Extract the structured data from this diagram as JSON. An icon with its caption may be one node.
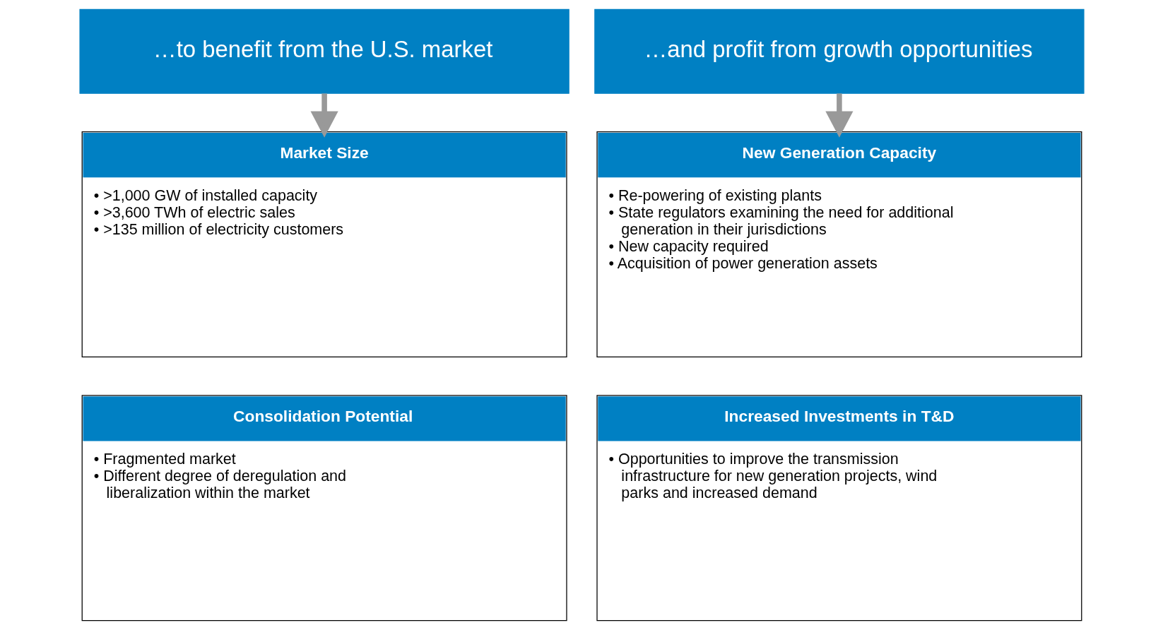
{
  "diagram": {
    "nodes": [
      {
        "text": [
          "…to benefit from the U.S. market"
        ]
      },
      {
        "text": [
          "…and profit from growth opportunities"
        ]
      },
      {
        "text": [
          "Market Size",
          "• >1,000 GW of installed capacity",
          "• >3,600 TWh of electric sales",
          "• >135 million of electricity customers"
        ]
      },
      {
        "text": [
          "Consolidation Potential",
          "• Fragmented market",
          "• Different degree of deregulation and liberalization within the market"
        ]
      },
      {
        "text": [
          "New Generation Capacity",
          "• Re-powering of existing plants",
          "• State regulators examining the need for additional generation in their jurisdictions",
          "• New capacity required",
          "• Acquisition of power generation assets"
        ]
      },
      {
        "text": [
          "Increased Investments in T&D",
          "• Opportunities to improve the transmission infrastructure for new generation projects, wind parks and increased demand"
        ]
      }
    ],
    "edges": [
      {
        "from": 0,
        "to": 2,
        "arrow": "to"
      },
      {
        "from": 1,
        "to": 4,
        "arrow": "to"
      }
    ]
  }
}
